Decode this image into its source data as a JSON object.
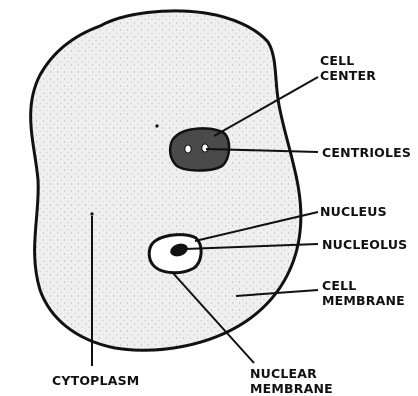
{
  "diagram": {
    "colors": {
      "ink": "#111111",
      "cell_fill": "#ececec",
      "background": "#ffffff"
    },
    "labels": {
      "cell_center": [
        "CELL",
        "CENTER"
      ],
      "centrioles": "CENTRIOLES",
      "nucleus": "NUCLEUS",
      "nucleolus": "NUCLEOLUS",
      "cell_membrane": [
        "CELL",
        "MEMBRANE"
      ],
      "nuclear_membrane": [
        "NUCLEAR",
        "MEMBRANE"
      ],
      "cytoplasm": "CYTOPLASM"
    }
  }
}
